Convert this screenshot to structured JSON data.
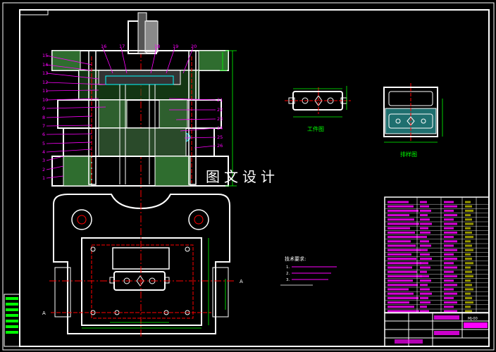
{
  "watermark": "图文设计",
  "part_drawing": {
    "caption": "工件图"
  },
  "layout_drawing": {
    "caption": "排样图"
  },
  "section_marker": "A",
  "tech_requirements": {
    "title": "技术要求:",
    "lines": [
      "1.",
      "2.",
      "3."
    ]
  },
  "part_numbers_left": [
    "15",
    "14",
    "13",
    "12",
    "11",
    "10",
    "9",
    "8",
    "7",
    "6",
    "5",
    "4",
    "3",
    "2",
    "1"
  ],
  "part_numbers_top": [
    "16",
    "17",
    "18",
    "19",
    "20"
  ],
  "part_numbers_right": [
    "21",
    "22",
    "23",
    "24",
    "25",
    "26"
  ],
  "title_block": {
    "drawing_no": "MJ-00"
  },
  "colors": {
    "line_white": "#ffffff",
    "line_magenta": "#ff00ff",
    "line_green": "#00ff00",
    "line_cyan": "#00ffff",
    "line_red": "#ff0000",
    "line_yellow": "#ffff00"
  }
}
